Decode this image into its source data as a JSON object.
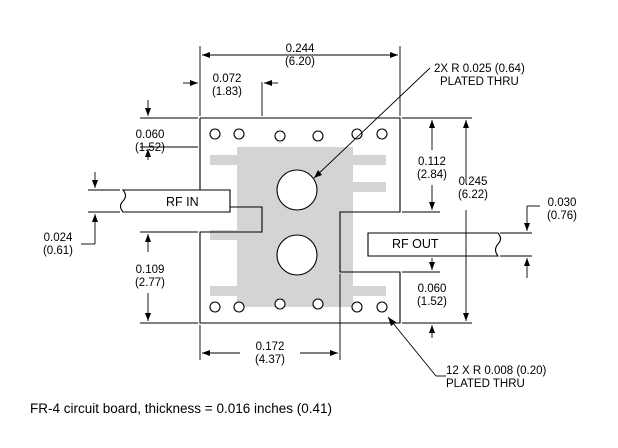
{
  "dimensions": {
    "overall_width": {
      "in": "0.244",
      "mm": "(6.20)"
    },
    "left_offset": {
      "in": "0.072",
      "mm": "(1.83)"
    },
    "top_margin": {
      "in": "0.060",
      "mm": "(1.52)"
    },
    "trace_width": {
      "in": "0.024",
      "mm": "(0.61)"
    },
    "lower_height": {
      "in": "0.109",
      "mm": "(2.77)"
    },
    "bottom_width": {
      "in": "0.172",
      "mm": "(4.37)"
    },
    "upper_right": {
      "in": "0.112",
      "mm": "(2.84)"
    },
    "overall_height": {
      "in": "0.245",
      "mm": "(6.22)"
    },
    "out_trace": {
      "in": "0.030",
      "mm": "(0.76)"
    },
    "bottom_right": {
      "in": "0.060",
      "mm": "(1.52)"
    }
  },
  "callouts": {
    "large_holes": {
      "line1": "2X  R 0.025 (0.64)",
      "line2": "PLATED THRU"
    },
    "small_holes": {
      "line1": "12 X  R 0.008 (0.20)",
      "line2": "PLATED THRU"
    }
  },
  "labels": {
    "rf_in": "RF IN",
    "rf_out": "RF OUT"
  },
  "caption": "FR-4 circuit board, thickness = 0.016 inches (0.41)",
  "colors": {
    "line": "#000000",
    "package": "#d4d4d4",
    "background": "#ffffff"
  }
}
